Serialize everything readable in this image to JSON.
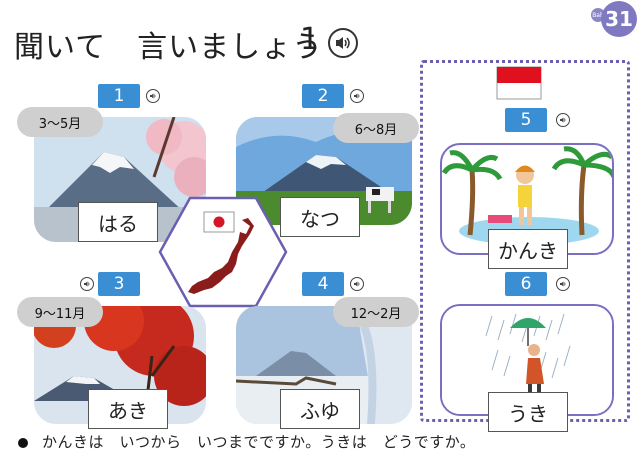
{
  "title": "聞いて　言いましょう",
  "title_number": "1",
  "bab_label": "Bab",
  "lesson_number": "31",
  "seasons": [
    {
      "number": "1",
      "word": "はる",
      "months": "3〜5月"
    },
    {
      "number": "2",
      "word": "なつ",
      "months": "6〜8月"
    },
    {
      "number": "3",
      "word": "あき",
      "months": "9〜11月"
    },
    {
      "number": "4",
      "word": "ふゆ",
      "months": "12〜2月"
    }
  ],
  "indonesia": [
    {
      "number": "5",
      "word": "かんき"
    },
    {
      "number": "6",
      "word": "うき"
    }
  ],
  "question": "かんきは　いつから　いつまでですか。うきは　どうですか。",
  "colors": {
    "tag_blue": "#3a8fd4",
    "panel_purple": "#6a5fb0",
    "lesson_badge": "#7f79c1",
    "japan_red": "#8b1c1c"
  },
  "icons": [
    "speaker-icon",
    "japan-flag-icon",
    "indonesia-flag-icon",
    "japan-map-icon"
  ]
}
